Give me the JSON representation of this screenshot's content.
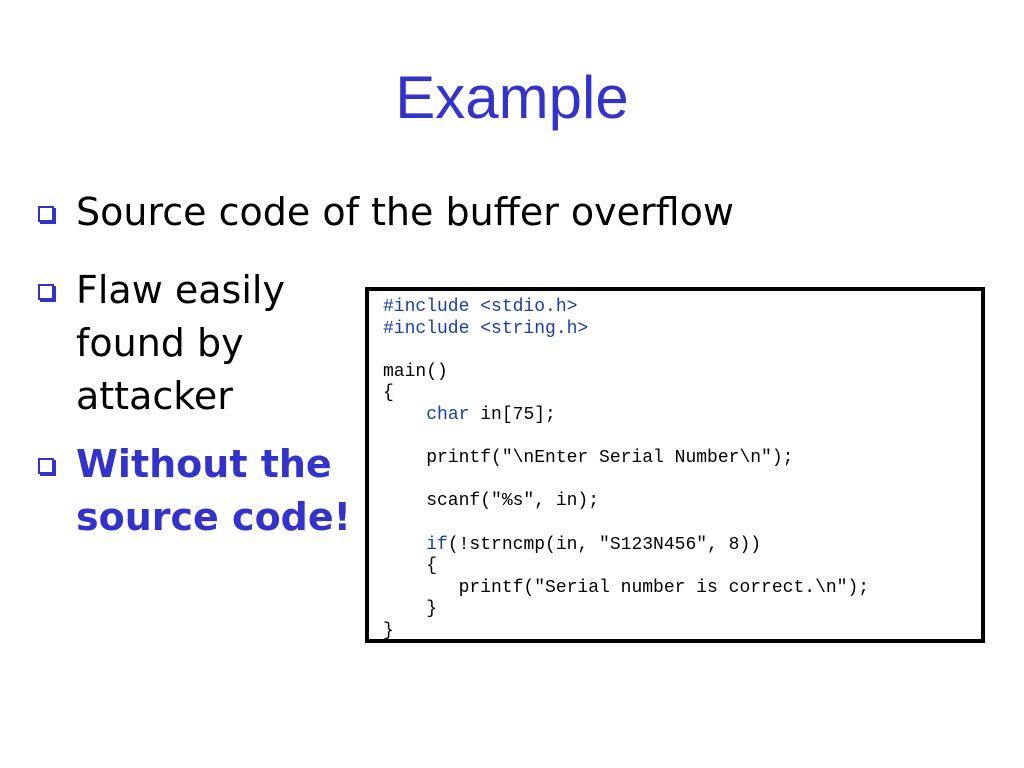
{
  "slide": {
    "title": "Example",
    "bullets": [
      {
        "text": "Source code of the buffer overflow"
      },
      {
        "text": "Flaw easily found by attacker"
      },
      {
        "text": "Without the source code!"
      }
    ]
  },
  "code": {
    "lines": [
      "#include <stdio.h>",
      "#include <string.h>",
      "",
      "main()",
      "{",
      "    char in[75];",
      "",
      "    printf(\"\\nEnter Serial Number\\n\");",
      "",
      "    scanf(\"%s\", in);",
      "",
      "    if(!strncmp(in, \"S123N456\", 8))",
      "    {",
      "       printf(\"Serial number is correct.\\n\");",
      "    }",
      "}"
    ]
  },
  "colors": {
    "accent": "#3333cc",
    "keyword": "#1a3ea8",
    "text": "#000000"
  }
}
